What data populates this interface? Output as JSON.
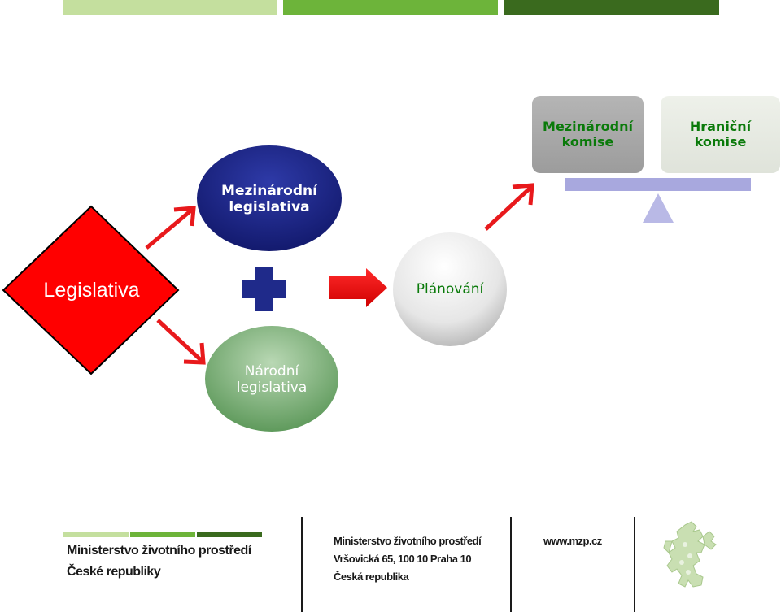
{
  "colors": {
    "bar_light": "#c4df9e",
    "bar_mid": "#6db43a",
    "bar_dark": "#3a6a1e",
    "legislativa_red": "#ff0000",
    "blue_node": "#1f2a8a",
    "green_node": "#7aaa78",
    "text_green": "#0a7a0a",
    "arrow_red": "#e8191c",
    "plus_blue": "#1f2a8a",
    "balance_beam": "#a8a8de"
  },
  "icons": {
    "plus": "plus-icon",
    "block_arrow": "block-arrow-right-icon",
    "balance": "balance-scale-icon",
    "emblem": "czech-lion-emblem-icon"
  },
  "diagram": {
    "legislativa": "Legislativa",
    "intl_legislation": {
      "line1": "Mezinárodní",
      "line2": "legislativa"
    },
    "national_legislation": {
      "line1": "Národní",
      "line2": "legislativa"
    },
    "planning": "Plánování",
    "intl_commission": {
      "line1": "Mezinárodní",
      "line2": "komise"
    },
    "border_commission": {
      "line1": "Hraniční",
      "line2": "komise"
    }
  },
  "footer": {
    "ministry_line1": "Ministerstvo životního prostředí",
    "ministry_line2": "České republiky",
    "address_line1": "Ministerstvo životního prostředí",
    "address_line2": "Vršovická 65, 100 10  Praha 10",
    "address_line3": "Česká republika",
    "website": "www.mzp.cz"
  }
}
